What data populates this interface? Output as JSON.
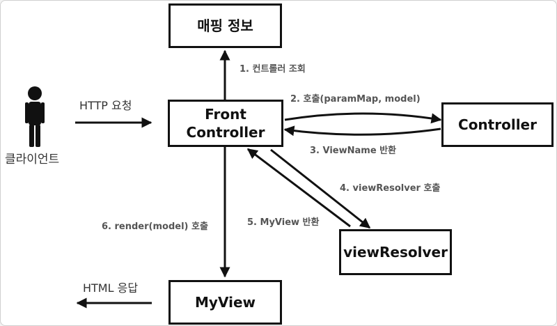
{
  "boxes": {
    "mapping_info": "매핑 정보",
    "front_controller": "Front\nController",
    "controller": "Controller",
    "view_resolver": "viewResolver",
    "my_view": "MyView"
  },
  "actor": {
    "label": "클라이언트"
  },
  "edges": {
    "http_request": "HTTP 요청",
    "http_response": "HTML 응답",
    "lookup_controller": "1. 컨트롤러 조회",
    "call_controller": "2. 호출(paramMap, model)",
    "return_view_name": "3. ViewName 반환",
    "call_view_resolver": "4. viewResolver 호출",
    "return_my_view": "5. MyView 반환",
    "render": "6. render(model) 호출"
  },
  "colors": {
    "line": "#111111",
    "label": "#555555",
    "background": "#ffffff"
  }
}
